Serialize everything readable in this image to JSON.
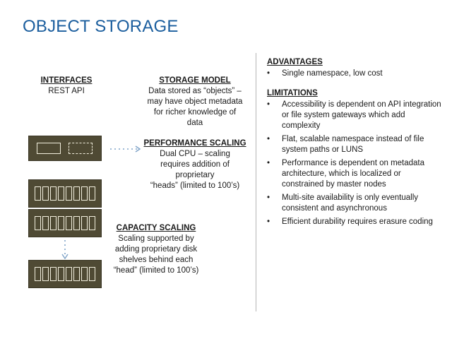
{
  "title": "OBJECT STORAGE",
  "interfaces": {
    "heading": "INTERFACES",
    "text": "REST API"
  },
  "storage_model": {
    "heading": "STORAGE MODEL",
    "lines": [
      "Data stored as “objects” –",
      "may have object metadata",
      "for richer knowledge of",
      "data"
    ]
  },
  "performance_scaling": {
    "heading": "PERFORMANCE SCALING",
    "lines": [
      "Dual CPU – scaling",
      "requires addition of",
      "proprietary",
      "“heads” (limited to 100’s)"
    ]
  },
  "capacity_scaling": {
    "heading": "CAPACITY SCALING",
    "lines": [
      "Scaling supported by",
      "adding proprietary disk",
      "shelves behind each",
      "“head” (limited to 100’s)"
    ]
  },
  "advantages": {
    "heading": "ADVANTAGES",
    "items": [
      "Single namespace, low cost"
    ]
  },
  "limitations": {
    "heading": "LIMITATIONS",
    "items": [
      "Accessibility is dependent on API integration or file system gateways which add complexity",
      "Flat, scalable namespace instead of file system paths or LUNS",
      "Performance is dependent on metadata architecture, which is localized or constrained by master nodes",
      "Multi-site availability is only eventually consistent and asynchronous",
      "Efficient durability requires erasure coding"
    ]
  },
  "bullet_char": "•",
  "colors": {
    "title": "#1b5e9e",
    "box_fill": "#4f4a34",
    "box_line": "#f3f0df",
    "arrow": "#7fa3c8",
    "divider": "#b5b5b5"
  }
}
